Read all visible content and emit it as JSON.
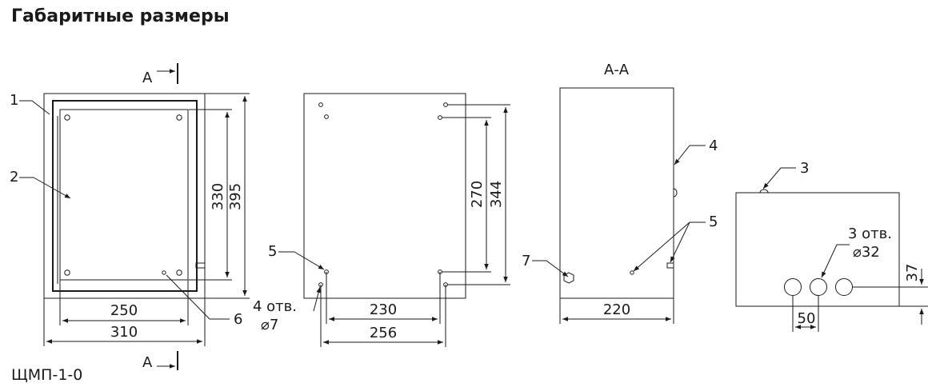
{
  "title": "Габаритные размеры",
  "model": "ЩМП-1-0",
  "section_mark": "А",
  "section_title": "А-А",
  "callouts": {
    "c1": "1",
    "c2": "2",
    "c3": "3",
    "c4": "4",
    "c5a": "5",
    "c5b": "5",
    "c6": "6",
    "c7": "7"
  },
  "front_view": {
    "w_inner": "250",
    "w_outer": "310",
    "h_inner": "330",
    "h_outer": "395"
  },
  "back_view": {
    "w_inner": "230",
    "w_outer": "256",
    "h_inner": "270",
    "h_outer": "344",
    "holes_count": "4 отв.",
    "holes_dia": "⌀7"
  },
  "side_view": {
    "depth": "220"
  },
  "bottom_view": {
    "holes_count": "3 отв.",
    "holes_dia": "⌀32",
    "pitch": "50",
    "offset": "37"
  }
}
